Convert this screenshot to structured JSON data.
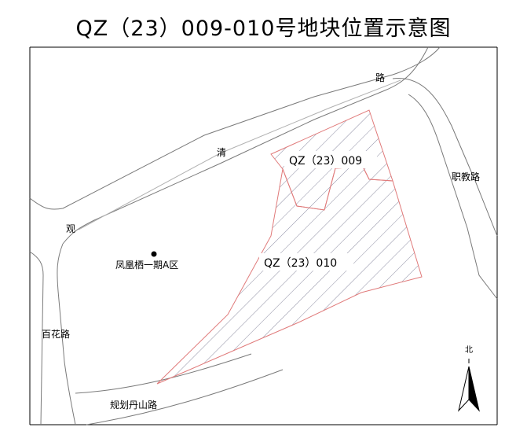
{
  "title": "QZ（23）009-010号地块位置示意图",
  "roads": {
    "guan": "观",
    "qing": "清",
    "lu": "路",
    "zhijiao": "职教路",
    "baihua": "百花路",
    "danshan": "规划丹山路"
  },
  "landmark": {
    "name": "凤凰栖一期A区"
  },
  "plots": [
    {
      "label": "QZ（23）009"
    },
    {
      "label": "QZ（23）010"
    }
  ],
  "north_arrow": {
    "label": "北"
  },
  "colors": {
    "plot_boundary": "#e07a7a",
    "hatch": "#6f6f8a",
    "road_line": "#7a7a7a",
    "frame": "#000000"
  }
}
